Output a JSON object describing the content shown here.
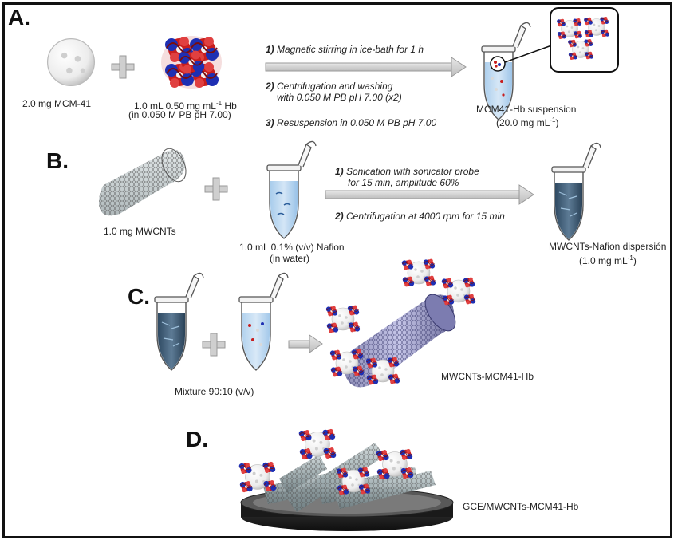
{
  "sections": {
    "a": {
      "letter": "A.",
      "mcm_label": "2.0 mg MCM-41",
      "hb_label_line1": "1.0 mL 0.50 mg mL",
      "hb_label_sup": "-1",
      "hb_label_unit": " Hb",
      "hb_label_line2": "(in 0.050 M PB pH 7.00)",
      "steps": [
        {
          "num": "1)",
          "text": " Magnetic stirring in ice-bath for 1 h"
        },
        {
          "num": "2)",
          "text": " Centrifugation and washing"
        },
        {
          "num": "",
          "text": "with 0.050 M PB pH 7.00 (x2)"
        },
        {
          "num": "3)",
          "text": " Resuspension in 0.050 M PB pH 7.00"
        }
      ],
      "product_line1": "MCM41-Hb suspension",
      "product_line2_pre": "(20.0 mg mL",
      "product_line2_sup": "-1",
      "product_line2_post": ")"
    },
    "b": {
      "letter": "B.",
      "cnt_label": "1.0 mg MWCNTs",
      "nafion_line1": "1.0 mL 0.1% (v/v)  Nafion",
      "nafion_line2": "(in water)",
      "steps": [
        {
          "num": "1)",
          "text": " Sonication with sonicator probe"
        },
        {
          "num": "",
          "text": "for 15 min, amplitude 60%"
        },
        {
          "num": "2)",
          "text": " Centrifugation at 4000 rpm for 15 min"
        }
      ],
      "product_line1": "MWCNTs-Nafion dispersión",
      "product_line2_pre": "(1.0 mg mL",
      "product_line2_sup": "-1",
      "product_line2_post": ")"
    },
    "c": {
      "letter": "C.",
      "mixture_label": "Mixture  90:10 (v/v)",
      "product_label": "MWCNTs-MCM41-Hb"
    },
    "d": {
      "letter": "D.",
      "electrode_label": "GCE/MWCNTs-MCM41-Hb"
    }
  }
}
